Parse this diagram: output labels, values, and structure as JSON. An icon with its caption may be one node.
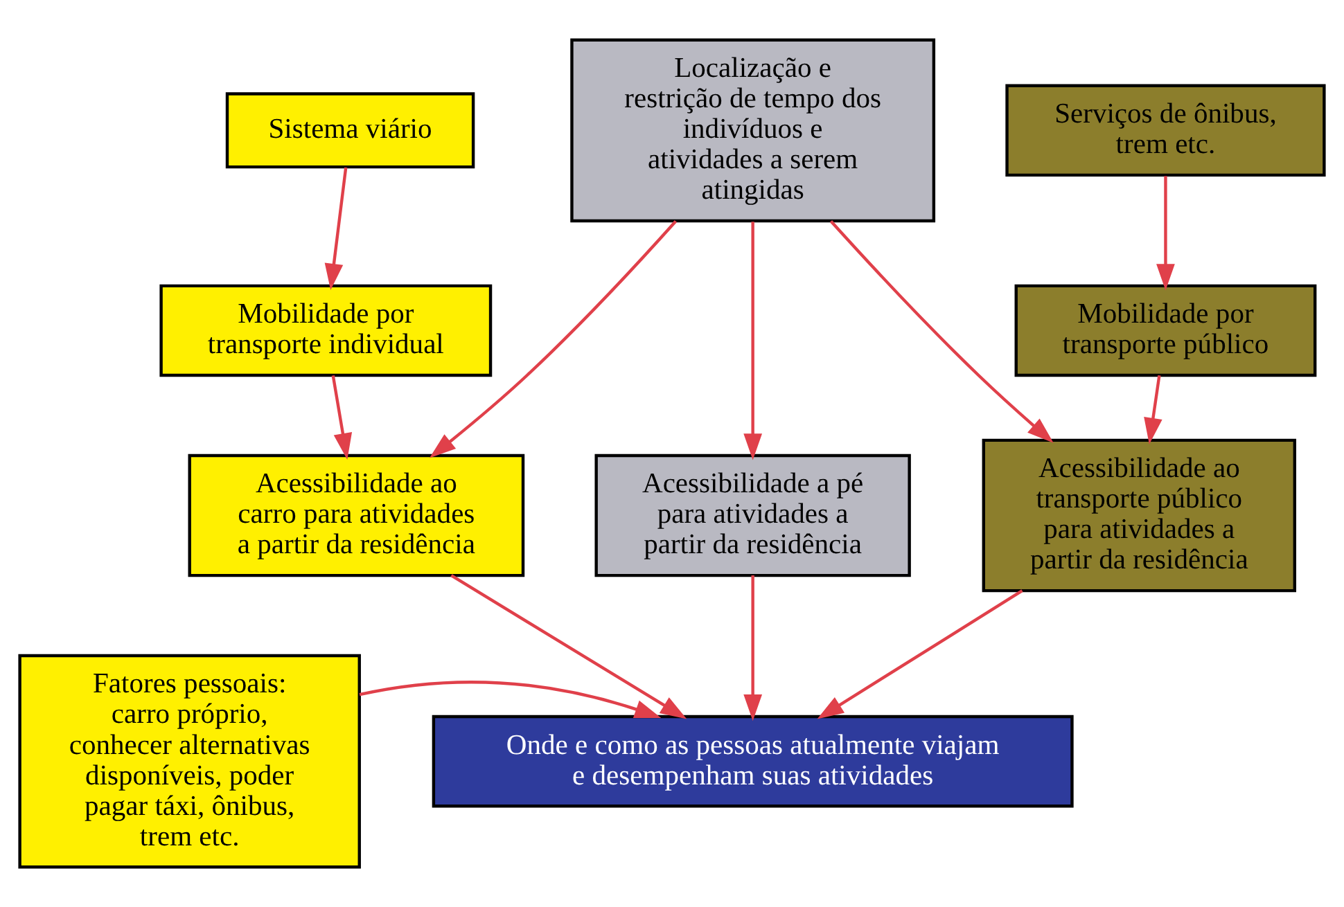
{
  "diagram": {
    "nodes": [
      {
        "text": [
          "Sistema viário"
        ]
      },
      {
        "text": [
          "Localização e restrição de tempo dos indivíduos e atividades a serem atingidas"
        ]
      },
      {
        "text": [
          "Serviços de ônibus, trem etc."
        ]
      },
      {
        "text": [
          "Mobilidade por transporte individual"
        ]
      },
      {
        "text": [
          "Mobilidade por transporte público"
        ]
      },
      {
        "text": [
          "Acessibilidade ao carro para atividades a partir da residência"
        ]
      },
      {
        "text": [
          "Acessibilidade a pé para atividades a partir da residência"
        ]
      },
      {
        "text": [
          "Acessibilidade ao transporte público para atividades a partir da residência"
        ]
      },
      {
        "text": [
          "Fatores pessoais: carro próprio, conhecer alternativas disponíveis, poder pagar táxi, ônibus, trem etc."
        ]
      },
      {
        "text": [
          "Onde e como as pessoas atualmente viajam e desempenham suas atividades"
        ]
      }
    ],
    "edges": [
      {
        "from": 0,
        "to": 3,
        "arrow": "to"
      },
      {
        "from": 3,
        "to": 5,
        "arrow": "to"
      },
      {
        "from": 1,
        "to": 5,
        "arrow": "to"
      },
      {
        "from": 1,
        "to": 6,
        "arrow": "to"
      },
      {
        "from": 1,
        "to": 7,
        "arrow": "to"
      },
      {
        "from": 2,
        "to": 4,
        "arrow": "to"
      },
      {
        "from": 4,
        "to": 7,
        "arrow": "to"
      },
      {
        "from": 5,
        "to": 9,
        "arrow": "to"
      },
      {
        "from": 6,
        "to": 9,
        "arrow": "to"
      },
      {
        "from": 7,
        "to": 9,
        "arrow": "to"
      },
      {
        "from": 8,
        "to": 9,
        "arrow": "to"
      }
    ]
  }
}
